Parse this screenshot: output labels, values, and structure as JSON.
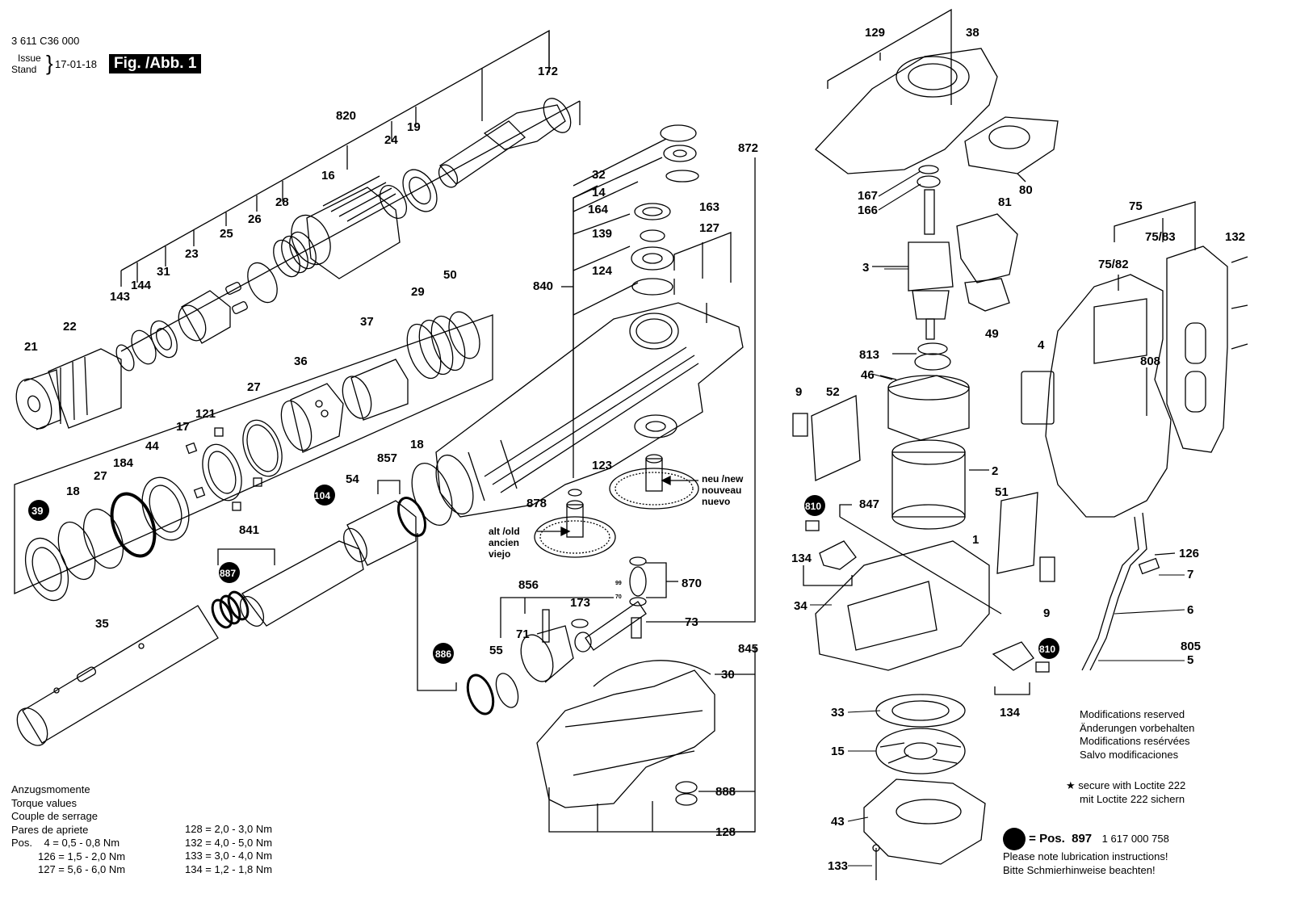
{
  "header": {
    "doc_number": "3 611 C36 000",
    "issue_label": "Issue",
    "stand_label": "Stand",
    "issue_date": "17-01-18",
    "figure_label": "Fig. /Abb. 1"
  },
  "callouts": {
    "p820": "820",
    "p172": "172",
    "p24": "24",
    "p19": "19",
    "p16": "16",
    "p28": "28",
    "p26": "26",
    "p25": "25",
    "p23": "23",
    "p31": "31",
    "p143": "143",
    "p144": "144",
    "p22": "22",
    "p21": "21",
    "p29": "29",
    "p50": "50",
    "p37": "37",
    "p36": "36",
    "p27": "27",
    "p121": "121",
    "p17": "17",
    "p44": "44",
    "p184": "184",
    "p27b": "27",
    "p18": "18",
    "p39": "39",
    "p104": "104",
    "p54": "54",
    "p857": "857",
    "p18b": "18",
    "p841": "841",
    "p887": "887",
    "p35": "35",
    "p32": "32",
    "p14": "14",
    "p164": "164",
    "p139": "139",
    "p840": "840",
    "p124": "124",
    "p163": "163",
    "p127": "127",
    "p872": "872",
    "p123": "123",
    "p878": "878",
    "p856": "856",
    "p173": "173",
    "p870": "870",
    "p99": "99",
    "p70": "70",
    "p71": "71",
    "p73": "73",
    "p886": "886",
    "p55": "55",
    "p845": "845",
    "p30": "30",
    "p888": "888",
    "p128": "128",
    "p129": "129",
    "p38": "38",
    "p80": "80",
    "p167": "167",
    "p166": "166",
    "p3": "3",
    "p81": "81",
    "p49": "49",
    "p813": "813",
    "p46": "46",
    "p2": "2",
    "p9": "9",
    "p52": "52",
    "p51": "51",
    "p810": "810",
    "p847": "847",
    "p1": "1",
    "p134": "134",
    "p34": "34",
    "p9b": "9",
    "p810b": "810",
    "p134b": "134",
    "p33": "33",
    "p15": "15",
    "p43": "43",
    "p133": "133",
    "p75": "75",
    "p132": "132",
    "p7583": "75/83",
    "p7582": "75/82",
    "p4": "4",
    "p808": "808",
    "p126": "126",
    "p7": "7",
    "p6": "6",
    "p805": "805",
    "p5": "5"
  },
  "gear_labels": {
    "new_1": "neu /new",
    "new_2": "nouveau",
    "new_3": "nuevo",
    "old_1": "alt /old",
    "old_2": "ancien",
    "old_3": "viejo"
  },
  "torque": {
    "lines": [
      "Anzugsmomente",
      "Torque values",
      "Couple de serrage",
      "Pares de apriete"
    ],
    "pos_label": "Pos.",
    "rows_left": [
      "4 = 0,5 - 0,8 Nm",
      "126 = 1,5 - 2,0 Nm",
      "127 = 5,6 - 6,0 Nm"
    ],
    "rows_right": [
      "128 = 2,0 - 3,0 Nm",
      "132 = 4,0 - 5,0 Nm",
      "133 = 3,0 - 4,0 Nm",
      "134 = 1,2 - 1,8 Nm"
    ]
  },
  "modifications": [
    "Modifications reserved",
    "Änderungen vorbehalten",
    "Modifications resérvées",
    "Salvo modificaciones"
  ],
  "loctite": {
    "star": "★",
    "line1": "secure with Loctite 222",
    "line2": "mit Loctite 222 sichern"
  },
  "lubrication": {
    "pos_label": "= Pos.",
    "pos_number": "897",
    "part_number": "1 617 000 758",
    "line1": "Please note lubrication instructions!",
    "line2": "Bitte Schmierhinweise beachten!"
  }
}
